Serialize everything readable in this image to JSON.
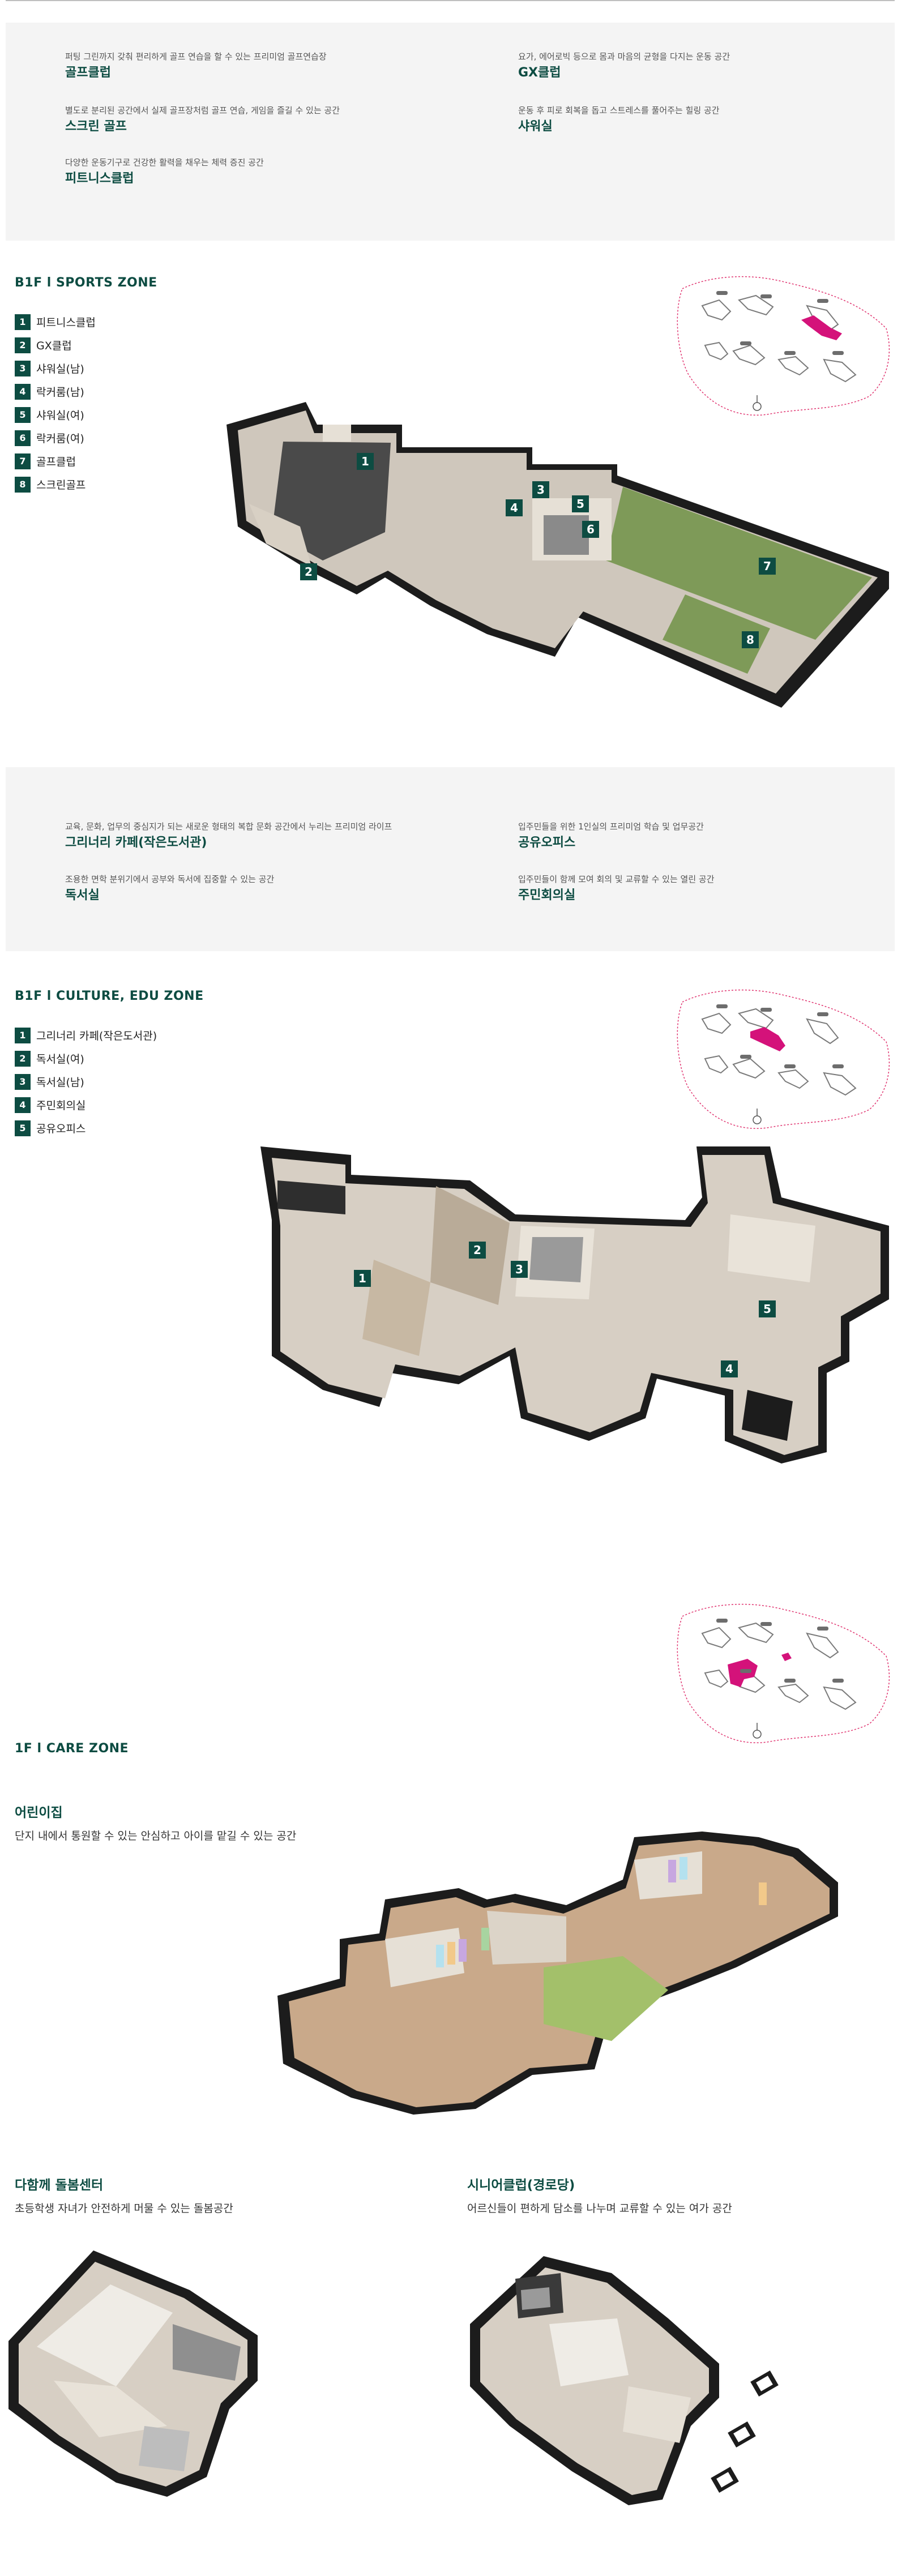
{
  "sports_facilities": [
    {
      "desc": "퍼팅 그린까지 갖춰 편리하게 골프 연습을 할 수 있는 프리미엄 골프연습장",
      "name": "골프클럽"
    },
    {
      "desc": "요가, 에어로빅 등으로 몸과 마음의 균형을 다지는 운동 공간",
      "name": "GX클럽"
    },
    {
      "desc": "별도로 분리된 공간에서 실제 골프장처럼 골프 연습, 게임을 즐길 수 있는 공간",
      "name": "스크린 골프"
    },
    {
      "desc": "운동 후 피로 회복을 돕고 스트레스를 풀어주는 힐링 공간",
      "name": "샤워실"
    },
    {
      "desc": "다양한 운동기구로 건강한 활력을 채우는 체력 증진 공간",
      "name": "피트니스클럽"
    }
  ],
  "sports_zone": {
    "title": "B1F l SPORTS ZONE",
    "legend": [
      {
        "num": "1",
        "label": "피트니스클럽"
      },
      {
        "num": "2",
        "label": "GX클럽"
      },
      {
        "num": "3",
        "label": "샤워실(남)"
      },
      {
        "num": "4",
        "label": "락커룸(남)"
      },
      {
        "num": "5",
        "label": "샤워실(여)"
      },
      {
        "num": "6",
        "label": "락커룸(여)"
      },
      {
        "num": "7",
        "label": "골프클럽"
      },
      {
        "num": "8",
        "label": "스크린골프"
      }
    ]
  },
  "culture_facilities": [
    {
      "desc": "교육, 문화, 업무의 중심지가 되는 새로운 형태의 복합 문화 공간에서 누리는 프리미엄 라이프",
      "name": "그리너리 카페(작은도서관)"
    },
    {
      "desc": "입주민들을 위한 1인실의 프리미엄 학습 및 업무공간",
      "name": "공유오피스"
    },
    {
      "desc": "조용한 면학 분위기에서 공부와 독서에 집중할 수 있는 공간",
      "name": "독서실"
    },
    {
      "desc": "입주민들이 함께 모여 회의 및 교류할 수 있는 열린 공간",
      "name": "주민회의실"
    }
  ],
  "culture_zone": {
    "title": "B1F l CULTURE, EDU ZONE",
    "legend": [
      {
        "num": "1",
        "label": "그리너리 카페(작은도서관)"
      },
      {
        "num": "2",
        "label": "독서실(여)"
      },
      {
        "num": "3",
        "label": "독서실(남)"
      },
      {
        "num": "4",
        "label": "주민회의실"
      },
      {
        "num": "5",
        "label": "공유오피스"
      }
    ]
  },
  "care_zone": {
    "title": "1F l CARE ZONE",
    "daycare": {
      "title": "어린이집",
      "desc": "단지 내에서 통원할 수 있는 안심하고 아이를 맡길 수 있는 공간"
    },
    "childcare": {
      "title": "다함께 돌봄센터",
      "desc": "초등학생 자녀가 안전하게 머물 수 있는 돌봄공간"
    },
    "senior": {
      "title": "시니어클럽(경로당)",
      "desc": "어르신들이 편하게 담소를 나누며 교류할 수 있는 여가 공간"
    }
  },
  "colors": {
    "accent": "#0d4c42",
    "highlight": "#d4127a",
    "turf": "#7e9a58",
    "floor": "#c9a98a",
    "wall": "#1a1a1a"
  }
}
